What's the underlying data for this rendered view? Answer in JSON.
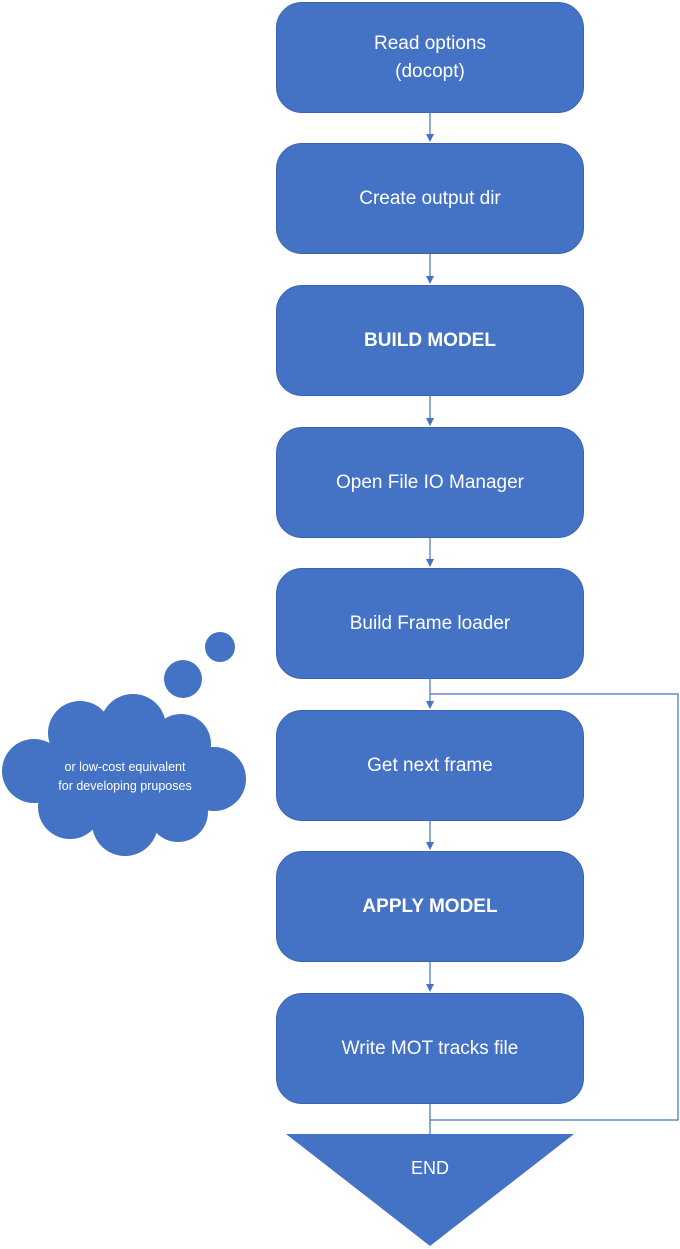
{
  "diagram": {
    "steps": [
      {
        "label": "Read options\n(docopt)",
        "bold": false
      },
      {
        "label": "Create output dir",
        "bold": false
      },
      {
        "label": "BUILD MODEL",
        "bold": true
      },
      {
        "label": "Open File IO Manager",
        "bold": false
      },
      {
        "label": "Build Frame loader",
        "bold": false
      },
      {
        "label": "Get next frame",
        "bold": false
      },
      {
        "label": "APPLY MODEL",
        "bold": true
      },
      {
        "label": "Write MOT tracks file",
        "bold": false
      }
    ],
    "end_label": "END",
    "thought_bubble": "or low-cost equivalent\nfor developing pruposes"
  },
  "colors": {
    "shape_fill": "#4472c4",
    "connector": "#4472c4",
    "text": "#ffffff"
  }
}
